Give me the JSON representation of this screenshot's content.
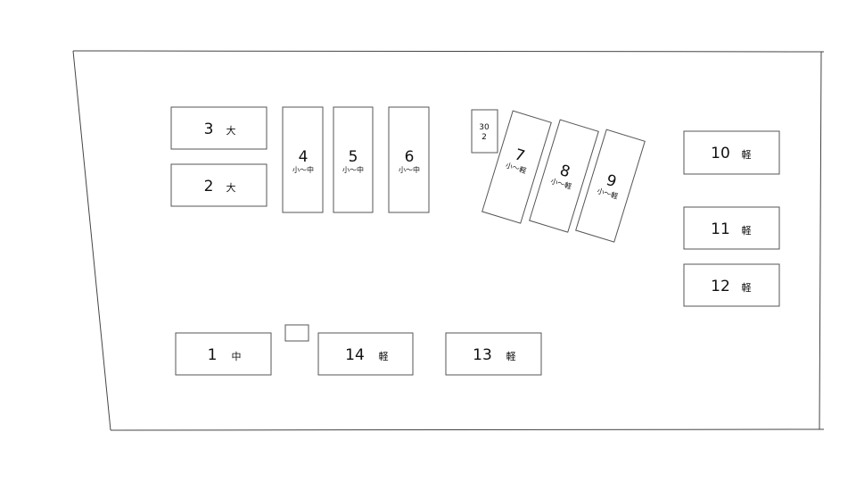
{
  "spots": [
    {
      "id": "spot-3",
      "number": "3",
      "size": "大"
    },
    {
      "id": "spot-2",
      "number": "2",
      "size": "大"
    },
    {
      "id": "spot-4",
      "number": "4",
      "size": "小～中"
    },
    {
      "id": "spot-5",
      "number": "5",
      "size": "小～中"
    },
    {
      "id": "spot-6",
      "number": "6",
      "size": "小～中"
    },
    {
      "id": "spot-7",
      "number": "7",
      "size": "小～軽"
    },
    {
      "id": "spot-8",
      "number": "8",
      "size": "小～軽"
    },
    {
      "id": "spot-9",
      "number": "9",
      "size": "小～軽"
    },
    {
      "id": "spot-10",
      "number": "10",
      "size": "軽"
    },
    {
      "id": "spot-11",
      "number": "11",
      "size": "軽"
    },
    {
      "id": "spot-12",
      "number": "12",
      "size": "軽"
    },
    {
      "id": "spot-1",
      "number": "1",
      "size": "中"
    },
    {
      "id": "spot-14",
      "number": "14",
      "size": "軽"
    },
    {
      "id": "spot-13",
      "number": "13",
      "size": "軽"
    }
  ],
  "small_box": {
    "line1": "30",
    "line2": "2"
  }
}
